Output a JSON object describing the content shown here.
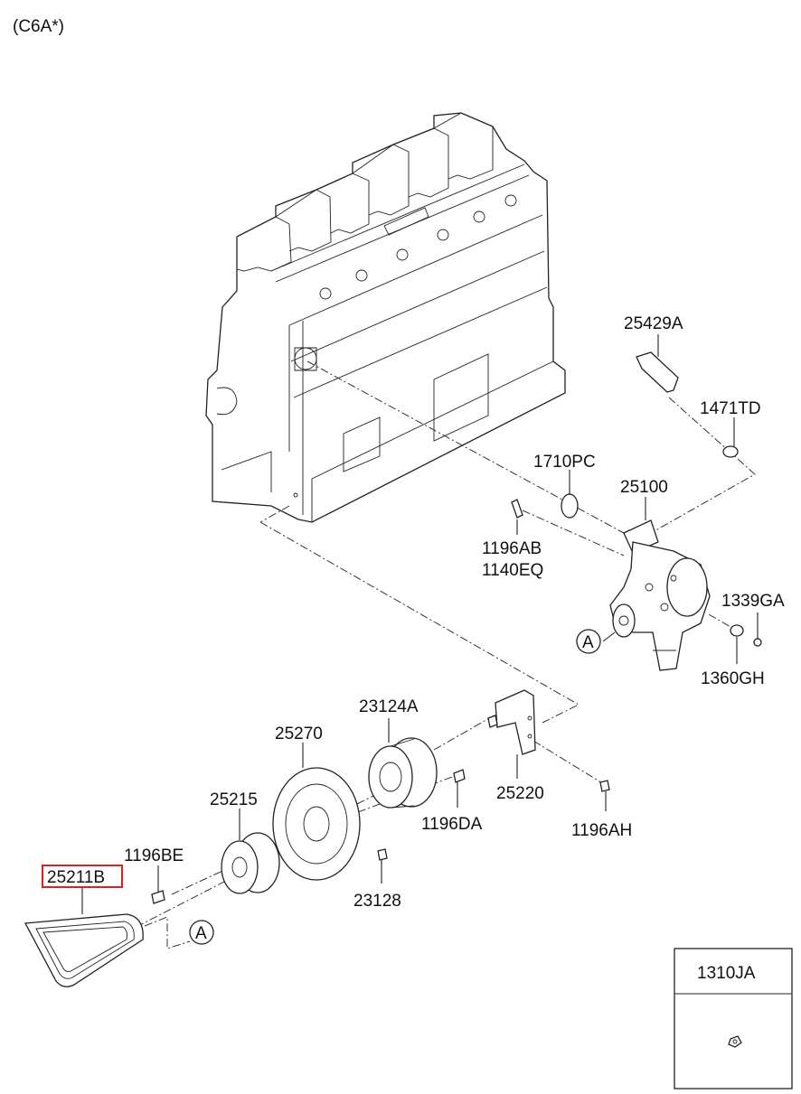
{
  "header": {
    "variant_code": "(C6A*)"
  },
  "parts": [
    {
      "id": "25429A",
      "label": "25429A"
    },
    {
      "id": "1471TD",
      "label": "1471TD"
    },
    {
      "id": "1710PC",
      "label": "1710PC"
    },
    {
      "id": "25100",
      "label": "25100"
    },
    {
      "id": "1196AB",
      "label": "1196AB"
    },
    {
      "id": "1140EQ",
      "label": "1140EQ"
    },
    {
      "id": "1339GA",
      "label": "1339GA"
    },
    {
      "id": "1360GH",
      "label": "1360GH"
    },
    {
      "id": "23124A",
      "label": "23124A"
    },
    {
      "id": "25270",
      "label": "25270"
    },
    {
      "id": "25215",
      "label": "25215"
    },
    {
      "id": "25220",
      "label": "25220"
    },
    {
      "id": "1196DA",
      "label": "1196DA"
    },
    {
      "id": "1196AH",
      "label": "1196AH"
    },
    {
      "id": "1196BE",
      "label": "1196BE"
    },
    {
      "id": "25211B",
      "label": "25211B",
      "highlighted": true
    },
    {
      "id": "23128",
      "label": "23128"
    }
  ],
  "callouts": {
    "ref_a_top": "A",
    "ref_a_bottom": "A"
  },
  "legend_box": {
    "part_number": "1310JA"
  },
  "colors": {
    "highlight": "#e02020",
    "line": "#222222"
  }
}
